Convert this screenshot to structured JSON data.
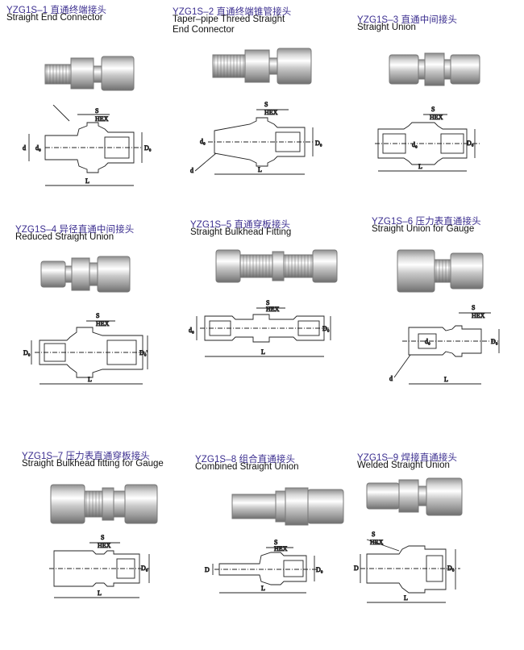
{
  "items": [
    {
      "code": "YZG1S–1 直通终端接头",
      "name": "Straight End Connector",
      "labels": [
        "S",
        "HEX",
        "d",
        "d₀",
        "D₀",
        "L"
      ]
    },
    {
      "code": "YZG1S–2 直通终端锥管接头",
      "name": "Taper–pipe Threed Straight\nEnd Connector",
      "labels": [
        "S",
        "HEX",
        "d₀",
        "D₀",
        "d",
        "L"
      ]
    },
    {
      "code": "YZG1S–3 直通中间接头",
      "name": "Straight Union",
      "labels": [
        "S",
        "HEX",
        "d₀",
        "D₀",
        "L"
      ]
    },
    {
      "code": "YZG1S–4 异径直通中间接头",
      "name": "Reduced Straight Union",
      "labels": [
        "S",
        "HEX",
        "D₀",
        "D₀'",
        "L"
      ]
    },
    {
      "code": "YZG1S–5 直通穿板接头",
      "name": "Straight Bulkhead Fitting",
      "labels": [
        "S",
        "HEX",
        "d₀",
        "D₀",
        "L"
      ]
    },
    {
      "code": "YZG1S–6 压力表直通接头",
      "name": "Straight Union for Gauge",
      "labels": [
        "S",
        "HEX",
        "d₀",
        "D₀",
        "d",
        "L"
      ]
    },
    {
      "code": "YZG1S–7 压力表直通穿板接头",
      "name": "Straight Bulkhead fitting for Gauge",
      "labels": [
        "S",
        "HEX",
        "D₀",
        "L"
      ]
    },
    {
      "code": "YZG1S–8 组合直通接头",
      "name": "Combined Straight Union",
      "labels": [
        "S",
        "HEX",
        "D",
        "D₀",
        "L"
      ]
    },
    {
      "code": "YZG1S–9 焊接直通接头",
      "name": "Welded Straight Union",
      "labels": [
        "S",
        "HEX",
        "D",
        "D₀",
        "L"
      ]
    }
  ]
}
